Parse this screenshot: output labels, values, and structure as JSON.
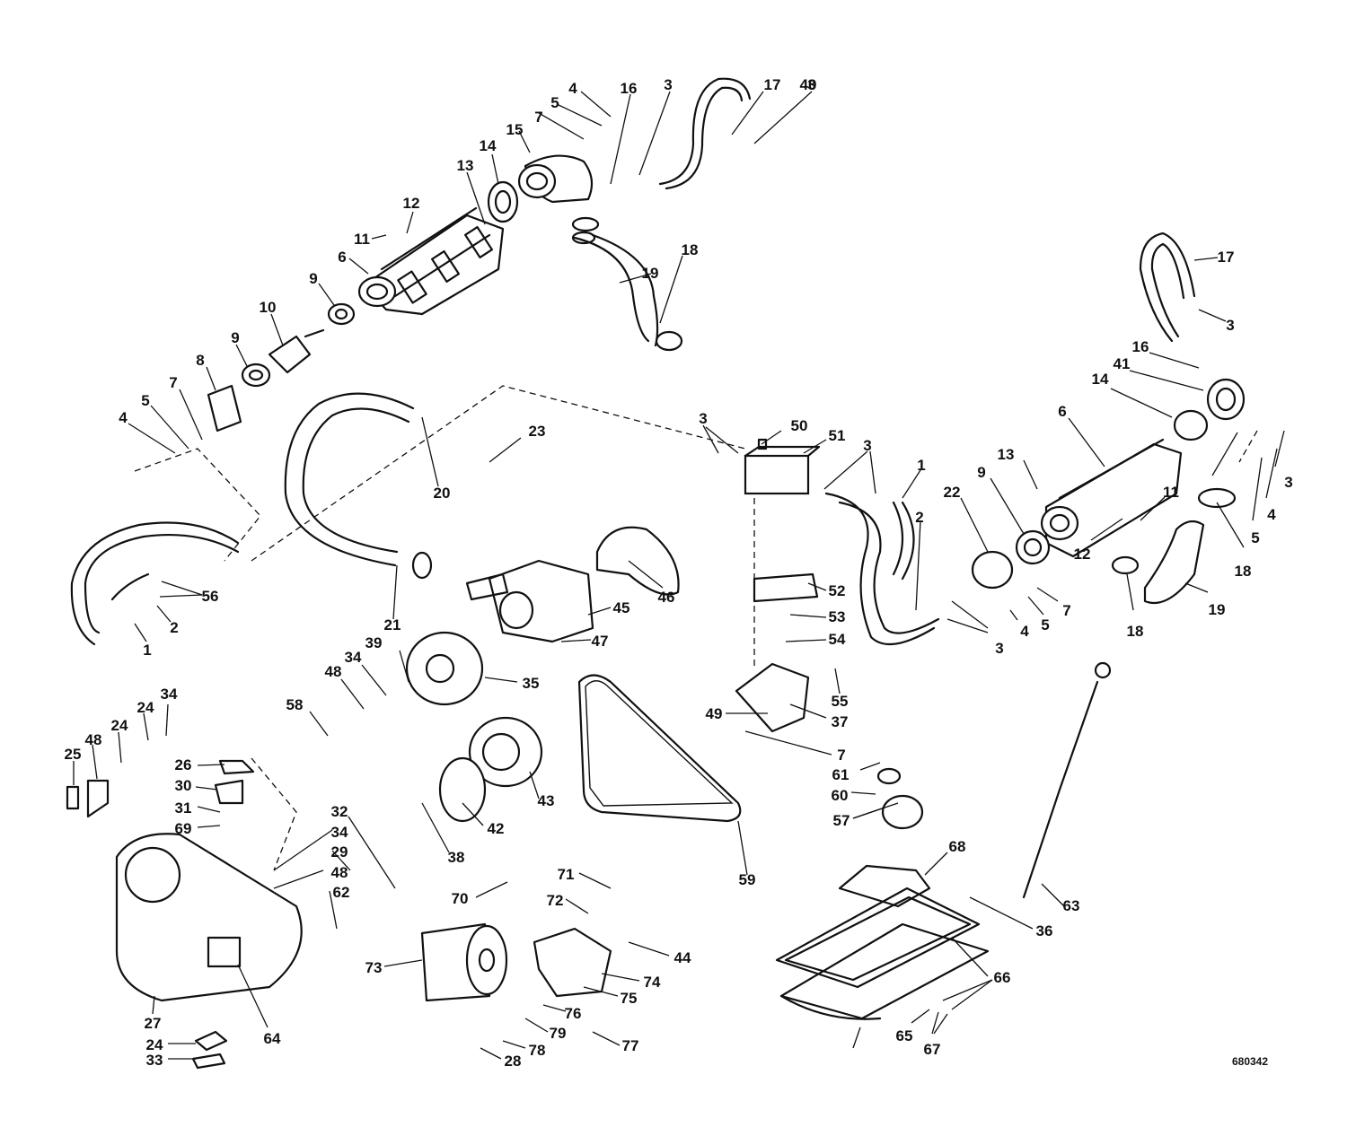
{
  "drawing_code": "680342",
  "callouts": [
    {
      "id": "c4a",
      "text": "4"
    },
    {
      "id": "c16a",
      "text": "16"
    },
    {
      "id": "c3a",
      "text": "3"
    },
    {
      "id": "c17a",
      "text": "17"
    },
    {
      "id": "c3b",
      "text": "3"
    },
    {
      "id": "c5a",
      "text": "5"
    },
    {
      "id": "c7a",
      "text": "7"
    },
    {
      "id": "c15",
      "text": "15"
    },
    {
      "id": "c14a",
      "text": "14"
    },
    {
      "id": "c13a",
      "text": "13"
    },
    {
      "id": "c12a",
      "text": "12"
    },
    {
      "id": "c11a",
      "text": "11"
    },
    {
      "id": "c6a",
      "text": "6"
    },
    {
      "id": "c18a",
      "text": "18"
    },
    {
      "id": "c19a",
      "text": "19"
    },
    {
      "id": "c9a",
      "text": "9"
    },
    {
      "id": "c10",
      "text": "10"
    },
    {
      "id": "c9b",
      "text": "9"
    },
    {
      "id": "c8",
      "text": "8"
    },
    {
      "id": "c7b",
      "text": "7"
    },
    {
      "id": "c5b",
      "text": "5"
    },
    {
      "id": "c4b",
      "text": "4"
    },
    {
      "id": "c17b",
      "text": "17"
    },
    {
      "id": "c3c",
      "text": "3"
    },
    {
      "id": "c16b",
      "text": "16"
    },
    {
      "id": "c41",
      "text": "41"
    },
    {
      "id": "c14b",
      "text": "14"
    },
    {
      "id": "c6b",
      "text": "6"
    },
    {
      "id": "c3d",
      "text": "3"
    },
    {
      "id": "c50",
      "text": "50"
    },
    {
      "id": "c51",
      "text": "51"
    },
    {
      "id": "c3e",
      "text": "3"
    },
    {
      "id": "c23",
      "text": "23"
    },
    {
      "id": "c20",
      "text": "20"
    },
    {
      "id": "c1a",
      "text": "1"
    },
    {
      "id": "c2a",
      "text": "2"
    },
    {
      "id": "c22",
      "text": "22"
    },
    {
      "id": "c9c",
      "text": "9"
    },
    {
      "id": "c13b",
      "text": "13"
    },
    {
      "id": "c11b",
      "text": "11"
    },
    {
      "id": "c12b",
      "text": "12"
    },
    {
      "id": "c7c",
      "text": "7"
    },
    {
      "id": "c4c",
      "text": "4"
    },
    {
      "id": "c5c",
      "text": "5"
    },
    {
      "id": "c18b",
      "text": "18"
    },
    {
      "id": "c19b",
      "text": "19"
    },
    {
      "id": "c18c",
      "text": "18"
    },
    {
      "id": "c3f",
      "text": "3"
    },
    {
      "id": "c2b",
      "text": "2"
    },
    {
      "id": "c1b",
      "text": "1"
    },
    {
      "id": "c21",
      "text": "21"
    },
    {
      "id": "c46",
      "text": "46"
    },
    {
      "id": "c45",
      "text": "45"
    },
    {
      "id": "c47",
      "text": "47"
    },
    {
      "id": "c52",
      "text": "52"
    },
    {
      "id": "c53",
      "text": "53"
    },
    {
      "id": "c54",
      "text": "54"
    },
    {
      "id": "c56",
      "text": "56"
    },
    {
      "id": "c55",
      "text": "55"
    },
    {
      "id": "c37",
      "text": "37"
    },
    {
      "id": "c49",
      "text": "49"
    },
    {
      "id": "c7d",
      "text": "7"
    },
    {
      "id": "c5d",
      "text": "5"
    },
    {
      "id": "c4d",
      "text": "4"
    },
    {
      "id": "c3g",
      "text": "3"
    },
    {
      "id": "c40",
      "text": "40"
    },
    {
      "id": "c39",
      "text": "39"
    },
    {
      "id": "c34a",
      "text": "34"
    },
    {
      "id": "c48a",
      "text": "48"
    },
    {
      "id": "c58",
      "text": "58"
    },
    {
      "id": "c35",
      "text": "35"
    },
    {
      "id": "c34b",
      "text": "34"
    },
    {
      "id": "c24a",
      "text": "24"
    },
    {
      "id": "c25",
      "text": "25"
    },
    {
      "id": "c48b",
      "text": "48"
    },
    {
      "id": "c24b",
      "text": "24"
    },
    {
      "id": "c26",
      "text": "26"
    },
    {
      "id": "c30",
      "text": "30"
    },
    {
      "id": "c31",
      "text": "31"
    },
    {
      "id": "c69",
      "text": "69"
    },
    {
      "id": "c43",
      "text": "43"
    },
    {
      "id": "c42",
      "text": "42"
    },
    {
      "id": "c38",
      "text": "38"
    },
    {
      "id": "c59",
      "text": "59"
    },
    {
      "id": "c61",
      "text": "61"
    },
    {
      "id": "c60",
      "text": "60"
    },
    {
      "id": "c57",
      "text": "57"
    },
    {
      "id": "c68",
      "text": "68"
    },
    {
      "id": "c63",
      "text": "63"
    },
    {
      "id": "c36",
      "text": "36"
    },
    {
      "id": "c32",
      "text": "32"
    },
    {
      "id": "c34c",
      "text": "34"
    },
    {
      "id": "c29",
      "text": "29"
    },
    {
      "id": "c48c",
      "text": "48"
    },
    {
      "id": "c62",
      "text": "62"
    },
    {
      "id": "c70",
      "text": "70"
    },
    {
      "id": "c71",
      "text": "71"
    },
    {
      "id": "c72",
      "text": "72"
    },
    {
      "id": "c44",
      "text": "44"
    },
    {
      "id": "c73",
      "text": "73"
    },
    {
      "id": "c74",
      "text": "74"
    },
    {
      "id": "c75",
      "text": "75"
    },
    {
      "id": "c76",
      "text": "76"
    },
    {
      "id": "c79",
      "text": "79"
    },
    {
      "id": "c77",
      "text": "77"
    },
    {
      "id": "c78",
      "text": "78"
    },
    {
      "id": "c28",
      "text": "28"
    },
    {
      "id": "c27",
      "text": "27"
    },
    {
      "id": "c24c",
      "text": "24"
    },
    {
      "id": "c33",
      "text": "33"
    },
    {
      "id": "c64",
      "text": "64"
    },
    {
      "id": "c66",
      "text": "66"
    },
    {
      "id": "c65",
      "text": "65"
    },
    {
      "id": "c67",
      "text": "67"
    }
  ]
}
